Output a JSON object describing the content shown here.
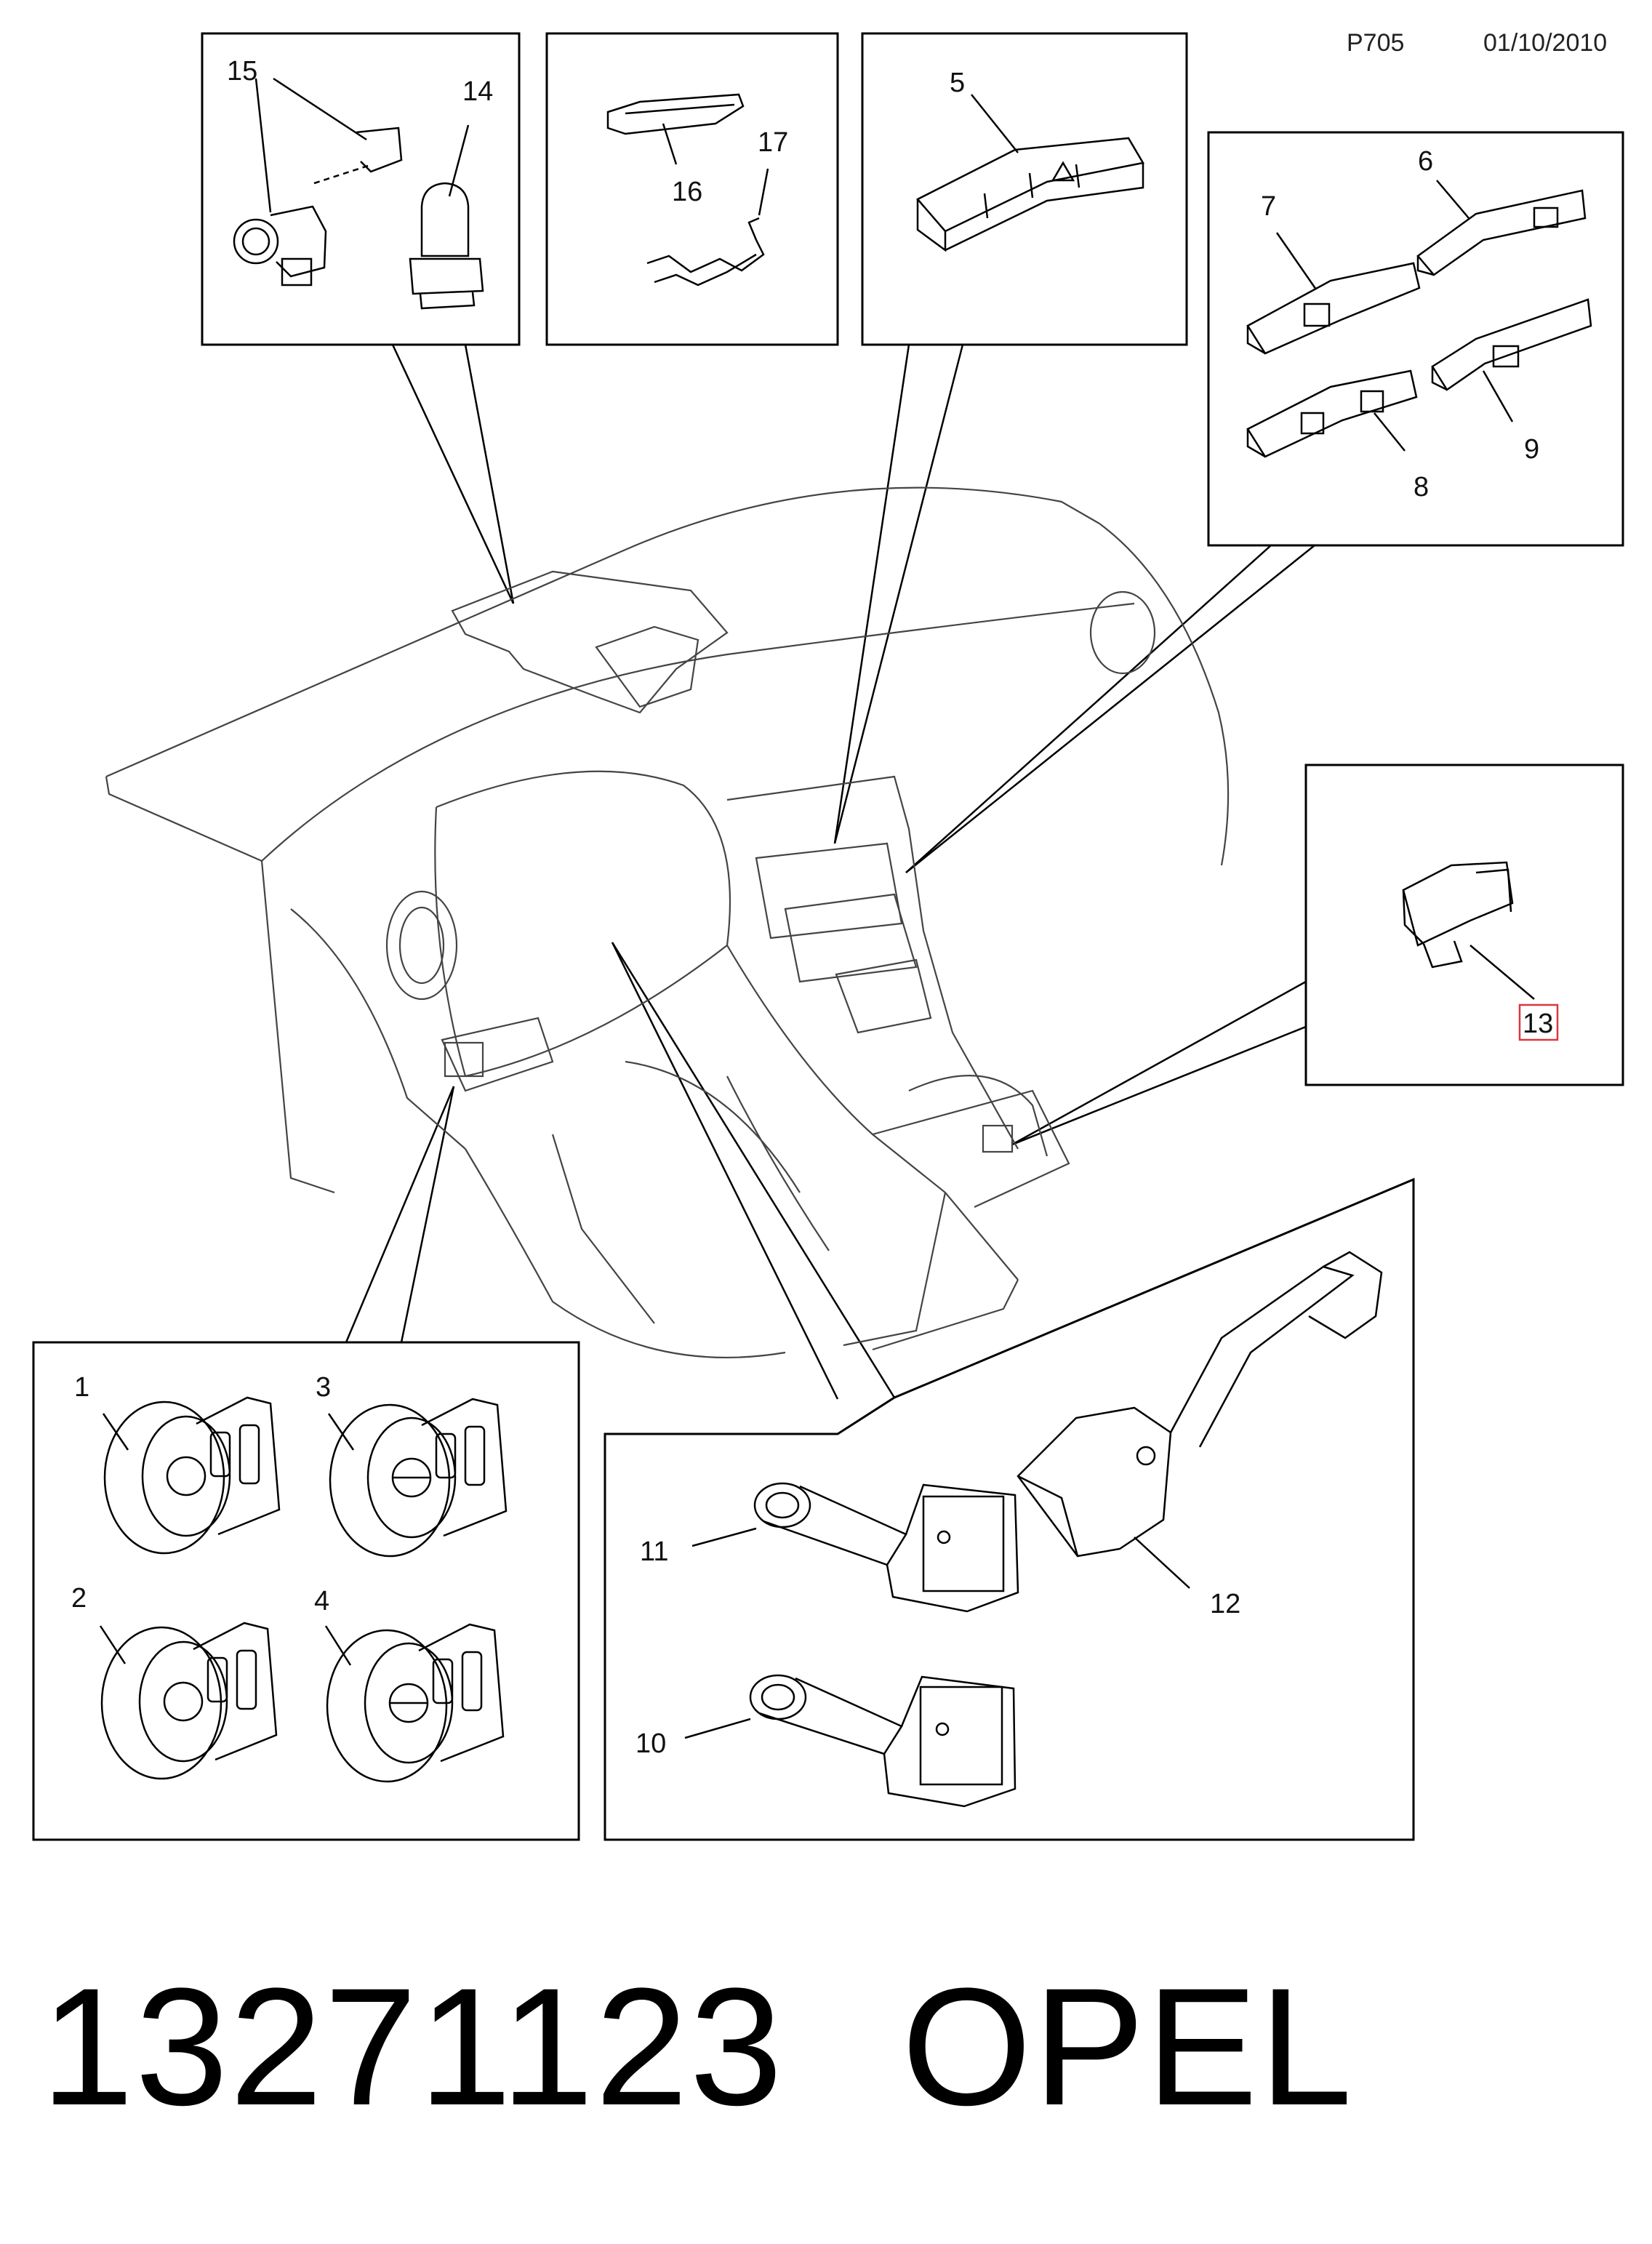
{
  "header": {
    "code": "P705",
    "date": "01/10/2010"
  },
  "footer": {
    "part_number": "13271123",
    "brand": "OPEL"
  },
  "callouts": {
    "c1": "1",
    "c2": "2",
    "c3": "3",
    "c4": "4",
    "c5": "5",
    "c6": "6",
    "c7": "7",
    "c8": "8",
    "c9": "9",
    "c10": "10",
    "c11": "11",
    "c12": "12",
    "c13": "13",
    "c14": "14",
    "c15": "15",
    "c16": "16",
    "c17": "17"
  },
  "highlight_color": "#d9363e"
}
